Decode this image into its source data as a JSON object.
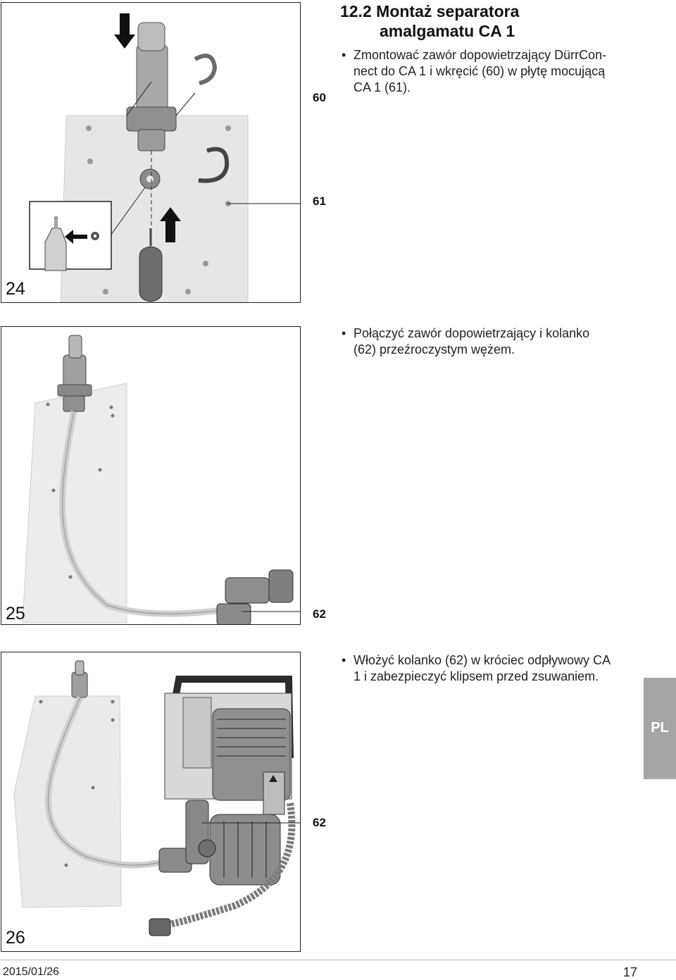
{
  "section": {
    "heading_line1": "12.2 Montaż separatora",
    "heading_line2": "amalgamatu CA 1"
  },
  "steps": [
    {
      "bullet": "•",
      "lines": [
        "Zmontować zawór dopowietrzający DürrCon-",
        "nect do CA 1 i wkręcić (60) w płytę mocującą",
        "CA 1 (61)."
      ]
    },
    {
      "bullet": "•",
      "lines": [
        "Połączyć zawór dopowietrzający i kolanko",
        "(62) przeźroczystym wężem."
      ]
    },
    {
      "bullet": "•",
      "lines": [
        "Włożyć kolanko (62) w króciec odpływowy CA",
        "1 i zabezpieczyć klipsem przed zsuwaniem."
      ]
    }
  ],
  "figures": [
    {
      "number": "24",
      "callouts": [
        "60",
        "61"
      ]
    },
    {
      "number": "25",
      "callouts": [
        "62"
      ]
    },
    {
      "number": "26",
      "callouts": [
        "62"
      ]
    }
  ],
  "language_tab": "PL",
  "footer": {
    "date": "2015/01/26",
    "page": "17"
  }
}
